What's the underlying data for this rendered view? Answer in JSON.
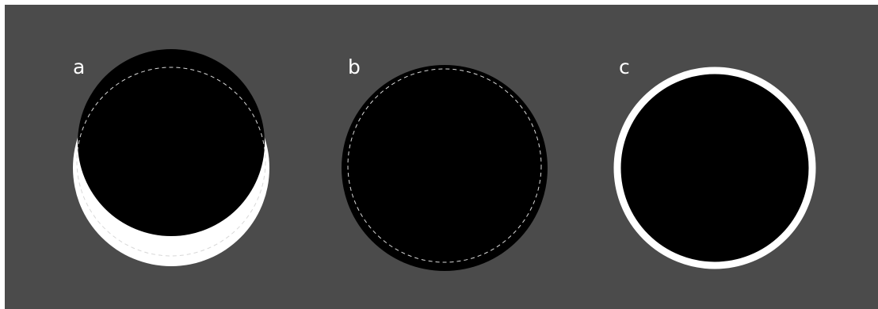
{
  "panels": [
    {
      "label": "a"
    },
    {
      "label": "b"
    },
    {
      "label": "c"
    }
  ],
  "colors": {
    "page_background": "#ffffff",
    "panel_background": "#4b4b4b",
    "disk": "#000000",
    "ring": "#ffffff",
    "dashed_outline": "#d8d8d8",
    "label_text": "#ffffff"
  },
  "icons": {
    "a": "occluded-disk-with-crescent",
    "b": "disk-with-dashed-outline",
    "c": "disk-with-white-ring"
  }
}
